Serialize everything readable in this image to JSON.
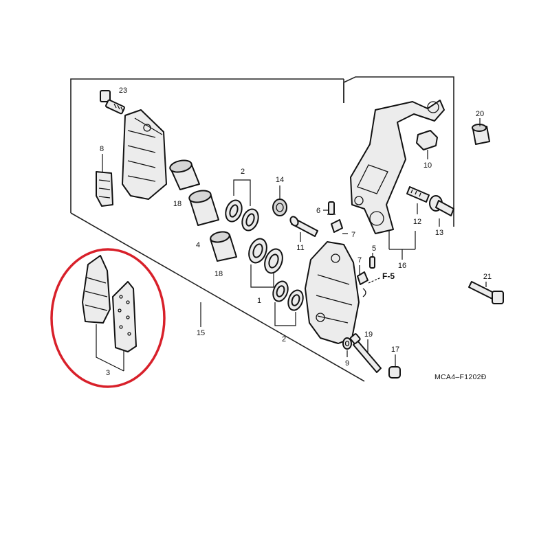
{
  "diagram": {
    "drawing_code": "MCA4–F1202Đ",
    "callout_bold": "F-5",
    "highlight_color": "#d8202a",
    "labels": {
      "l23": "23",
      "l8": "8",
      "l18a": "18",
      "l4": "4",
      "l18b": "18",
      "l2a": "2",
      "l1": "1",
      "l2b": "2",
      "l14": "14",
      "l6": "6",
      "l7a": "7",
      "l11": "11",
      "l5": "5",
      "l7b": "7",
      "l12": "12",
      "l13": "13",
      "l16": "16",
      "l10": "10",
      "l20": "20",
      "l21": "21",
      "l19": "19",
      "l9": "9",
      "l17": "17",
      "l15": "15",
      "l3": "3"
    }
  }
}
